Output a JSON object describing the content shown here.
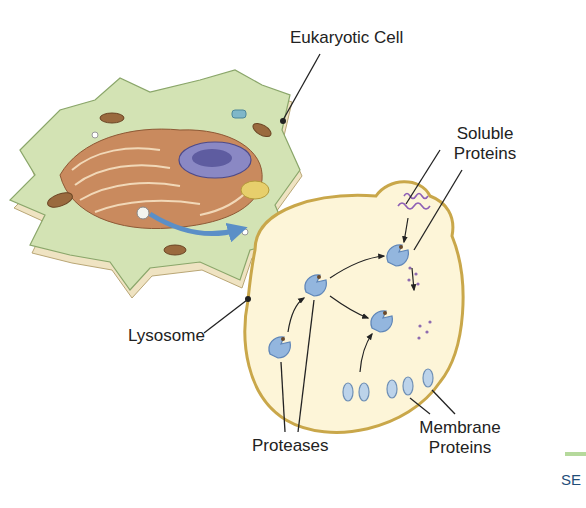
{
  "diagram": {
    "labels": [
      "Eukaryotic Cell",
      "Soluble Proteins",
      "Lysosome",
      "Proteases",
      "Membrane Proteins",
      "SE"
    ]
  }
}
